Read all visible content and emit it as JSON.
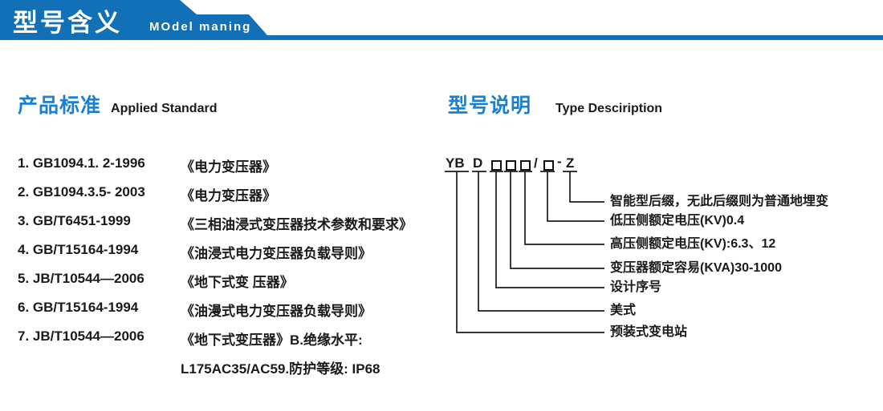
{
  "header": {
    "title_cn": "型号含义",
    "title_en": "MOdel maning",
    "banner_color": "#1170b6"
  },
  "left_section": {
    "title_cn": "产品标准",
    "title_en": "Applied Standard",
    "items": [
      {
        "code": "1. GB1094.1. 2-1996",
        "name": "《电力变压器》"
      },
      {
        "code": "2. GB1094.3.5- 2003",
        "name": "《电力变压器》"
      },
      {
        "code": "3. GB/T6451-1999",
        "name": "《三相油浸式变压器技术参数和要求》"
      },
      {
        "code": "4. GB/T15164-1994",
        "name": "《油浸式电力变压器负载导则》"
      },
      {
        "code": "5. JB/T10544—2006",
        "name": "《地下式变 压器》"
      },
      {
        "code": "6. GB/T15164-1994",
        "name": "《油漫式电力变压器负载导则》"
      },
      {
        "code": "7. JB/T10544—2006",
        "name": "《地下式变压器》B.绝缘水平:"
      }
    ],
    "continuation": "L175AC35/AC59.防护等级: IP68"
  },
  "right_section": {
    "title_cn": "型号说明",
    "title_en": "Type Desciription",
    "model_code": {
      "full": "YBD□□□/□-Z",
      "segments": [
        "YB",
        "D",
        "□",
        "□",
        "□",
        "/",
        "□",
        "-",
        "Z"
      ]
    },
    "labels": [
      "智能型后缀，无此后缀则为普通地埋变",
      "低压侧额定电压(KV)0.4",
      "高压侧额定电压(KV):6.3、12",
      "变压器额定容易(KVA)30-1000",
      "设计序号",
      "美式",
      "预装式变电站"
    ]
  }
}
